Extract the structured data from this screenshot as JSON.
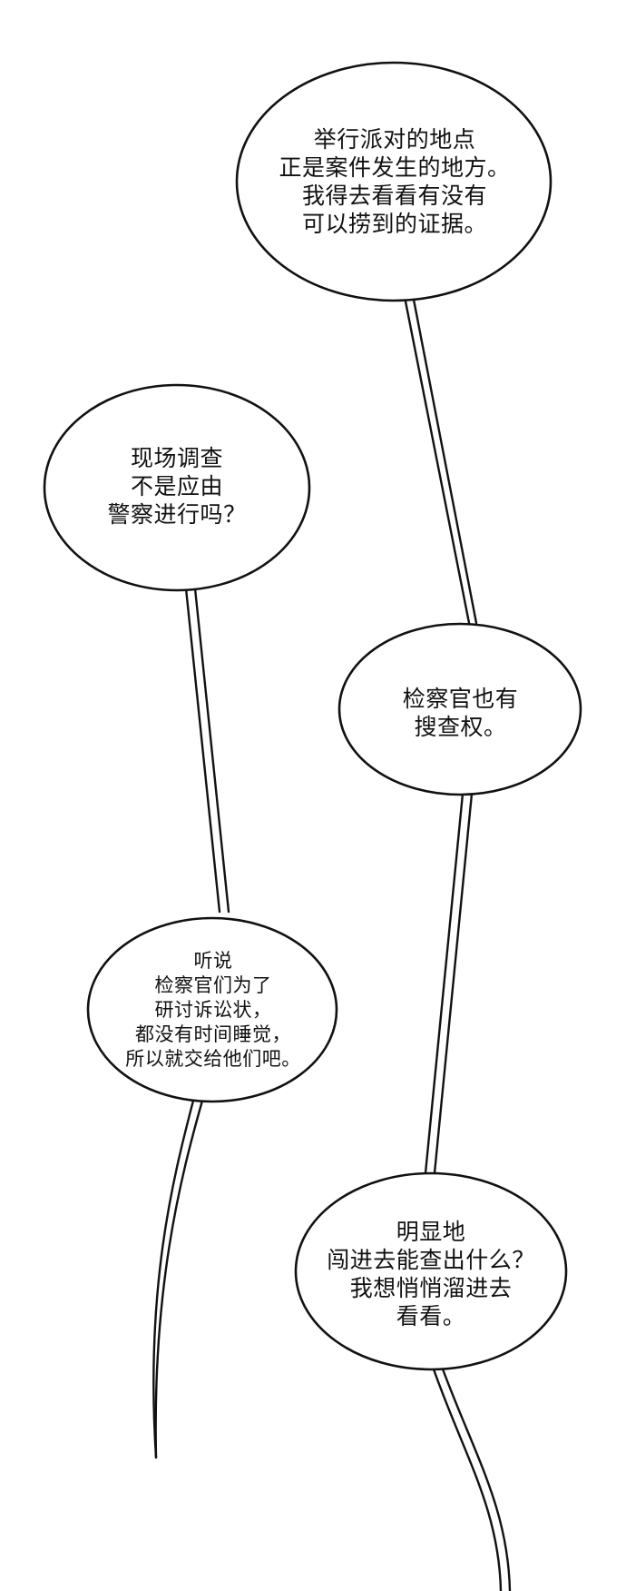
{
  "bubbles": [
    {
      "id": "bubble-1",
      "lines": [
        "举行派对的地点",
        "正是案件发生的地方。",
        "我得去看看有没有",
        "可以捞到的证据。"
      ]
    },
    {
      "id": "bubble-2",
      "lines": [
        "现场调查",
        "不是应由",
        "警察进行吗？"
      ]
    },
    {
      "id": "bubble-3",
      "lines": [
        "检察官也有",
        "搜查权。"
      ]
    },
    {
      "id": "bubble-4",
      "lines": [
        "听说",
        "检察官们为了",
        "研讨诉讼状，",
        "都没有时间睡觉，",
        "所以就交给他们吧。"
      ]
    },
    {
      "id": "bubble-5",
      "lines": [
        "明显地",
        "闯进去能查出什么？",
        "我想悄悄溜进去",
        "看看。"
      ]
    }
  ]
}
